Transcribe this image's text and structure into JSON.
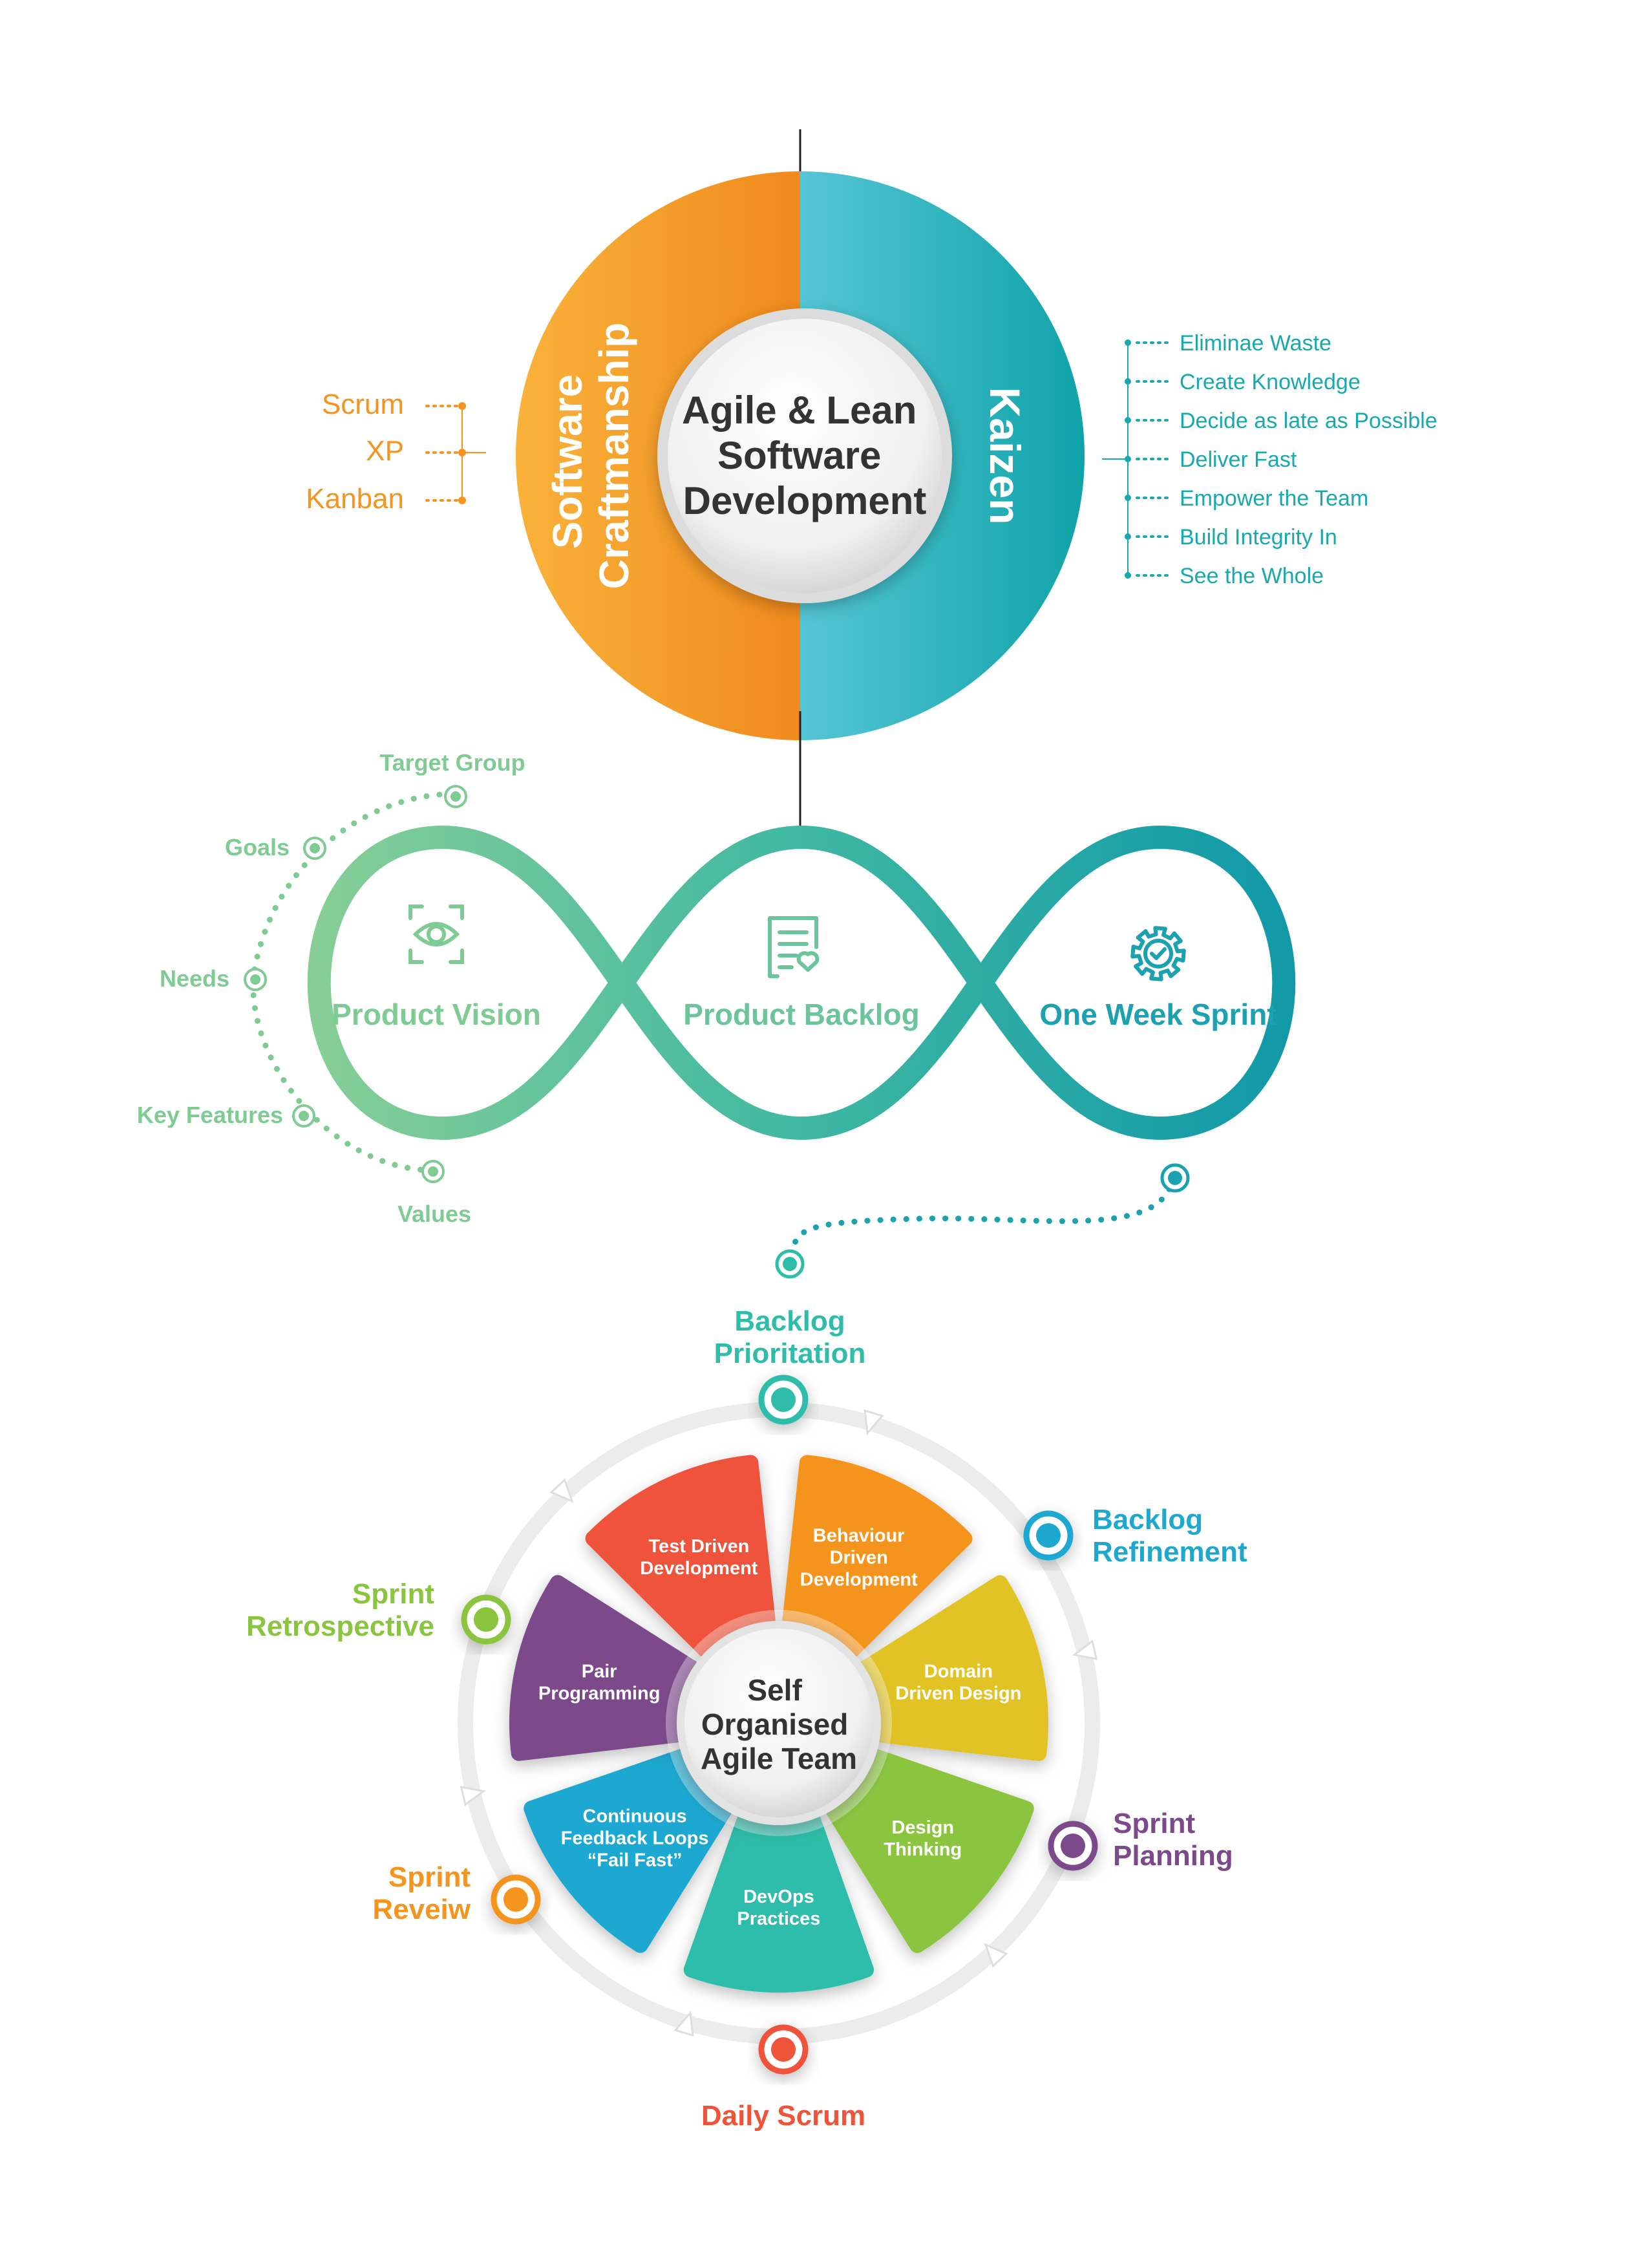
{
  "colors": {
    "orange": "#F5941E",
    "orange_light": "#F9B23A",
    "teal": "#17A8B0",
    "teal_light": "#52C4D2",
    "green_soft": "#7FCB94",
    "teal_mid": "#3CB8A6",
    "gray_text": "#333333",
    "red": "#EF533A",
    "purple": "#7C4A8A",
    "lime": "#8BC53F",
    "yellow": "#E2C327",
    "blue": "#1EA8D0",
    "aqua": "#2FBDAA"
  },
  "top": {
    "center_lines": [
      "Agile & Lean",
      "Software",
      "Development"
    ],
    "left_label_lines": [
      "Software",
      "Craftmanship"
    ],
    "right_label": "Kaizen",
    "left_items": [
      "Scrum",
      "XP",
      "Kanban"
    ],
    "right_items": [
      "Eliminae Waste",
      "Create Knowledge",
      "Decide as late as Possible",
      "Deliver Fast",
      "Empower the Team",
      "Build Integrity In",
      "See the Whole"
    ]
  },
  "middle": {
    "loops": [
      {
        "label": "Product Vision",
        "icon": "eye-scan-icon"
      },
      {
        "label": "Product Backlog",
        "icon": "checklist-icon"
      },
      {
        "label": "One Week Sprint",
        "icon": "gear-check-icon"
      }
    ],
    "vision_points": [
      "Target Group",
      "Goals",
      "Needs",
      "Key Features",
      "Values"
    ]
  },
  "wheel": {
    "center_lines": [
      "Self",
      "Organised",
      "Agile Team"
    ],
    "segments": [
      {
        "lines": [
          "Test Driven",
          "Development"
        ],
        "color": "#EF533A"
      },
      {
        "lines": [
          "Behaviour",
          "Driven",
          "Development"
        ],
        "color": "#F5941E"
      },
      {
        "lines": [
          "Domain",
          "Driven Design"
        ],
        "color": "#E2C327"
      },
      {
        "lines": [
          "Design",
          "Thinking"
        ],
        "color": "#8BC53F"
      },
      {
        "lines": [
          "DevOps",
          "Practices"
        ],
        "color": "#2FBDAA"
      },
      {
        "lines": [
          "Continuous",
          "Feedback Loops",
          "“Fail Fast”"
        ],
        "color": "#1EA8D0"
      },
      {
        "lines": [
          "Pair",
          "Programming"
        ],
        "color": "#7C4A8A"
      }
    ],
    "events": [
      {
        "lines": [
          "Backlog",
          "Prioritation"
        ],
        "color": "#2FBDAA"
      },
      {
        "lines": [
          "Backlog",
          "Refinement"
        ],
        "color": "#1EA8D0"
      },
      {
        "lines": [
          "Sprint",
          "Planning"
        ],
        "color": "#7C4A8A"
      },
      {
        "lines": [
          "Daily Scrum"
        ],
        "color": "#EF533A"
      },
      {
        "lines": [
          "Sprint",
          "Reveiw"
        ],
        "color": "#F5941E"
      },
      {
        "lines": [
          "Sprint",
          "Retrospective"
        ],
        "color": "#8BC53F"
      }
    ]
  }
}
